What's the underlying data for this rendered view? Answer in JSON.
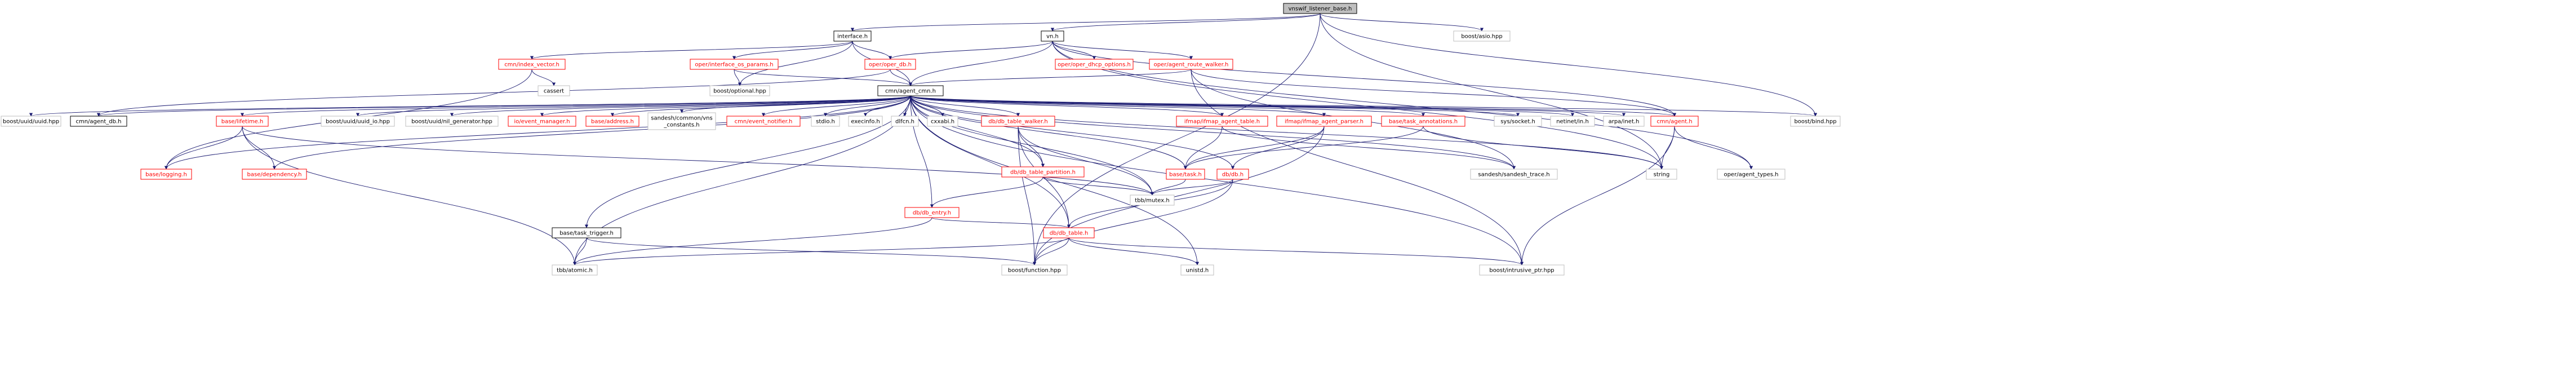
{
  "colors": {
    "root_fill": "#bfbfbf",
    "link_text": "#000000",
    "missing_text": "#ff0000",
    "missing_border": "#ff0000",
    "normal_border": "#000000",
    "external_border": "#bfbfbf",
    "edge": "#191970"
  },
  "nodes": {
    "vnswif_listener_base": "vnswif_listener_base.h",
    "interface": "interface.h",
    "vn": "vn.h",
    "boost_asio": "boost/asio.hpp",
    "cmn_index_vector": "cmn/index_vector.h",
    "oper_interface_os_params": "oper/interface_os_params.h",
    "oper_oper_db": "oper/oper_db.h",
    "oper_oper_dhcp_options": "oper/oper_dhcp_options.h",
    "oper_agent_route_walker": "oper/agent_route_walker.h",
    "cassert": "cassert",
    "boost_optional": "boost/optional.hpp",
    "cmn_agent_cmn": "cmn/agent_cmn.h",
    "boost_uuid_uuid": "boost/uuid/uuid.hpp",
    "cmn_agent_db": "cmn/agent_db.h",
    "base_logging": "base/logging.h",
    "base_lifetime": "base/lifetime.h",
    "base_dependency": "base/dependency.h",
    "boost_uuid_uuid_io": "boost/uuid/uuid_io.hpp",
    "boost_uuid_nil_generator": "boost/uuid/nil_generator.hpp",
    "io_event_manager": "io/event_manager.h",
    "base_address": "base/address.h",
    "sandesh_common_vns_constants": [
      "sandesh/common/vns",
      "_constants.h"
    ],
    "cmn_event_notifier": "cmn/event_notifier.h",
    "stdio": "stdio.h",
    "execinfo": "execinfo.h",
    "dlfcn": "dlfcn.h",
    "cxxabi": "cxxabi.h",
    "db_db_table_walker": "db/db_table_walker.h",
    "ifmap_ifmap_agent_table": "ifmap/ifmap_agent_table.h",
    "ifmap_ifmap_agent_parser": "ifmap/ifmap_agent_parser.h",
    "base_task_annotations": "base/task_annotations.h",
    "sys_socket": "sys/socket.h",
    "netinet_in": "netinet/in.h",
    "arpa_inet": "arpa/inet.h",
    "cmn_agent": "cmn/agent.h",
    "boost_bind": "boost/bind.hpp",
    "db_db_table_partition": "db/db_table_partition.h",
    "base_task": "base/task.h",
    "db_db": "db/db.h",
    "sandesh_sandesh_trace": "sandesh/sandesh_trace.h",
    "string": "string",
    "oper_agent_types": "oper/agent_types.h",
    "tbb_mutex": "tbb/mutex.h",
    "db_db_entry": "db/db_entry.h",
    "base_task_trigger": "base/task_trigger.h",
    "db_db_table": "db/db_table.h",
    "tbb_atomic": "tbb/atomic.h",
    "boost_function": "boost/function.hpp",
    "unistd": "unistd.h",
    "boost_intrusive_ptr": "boost/intrusive_ptr.hpp"
  }
}
